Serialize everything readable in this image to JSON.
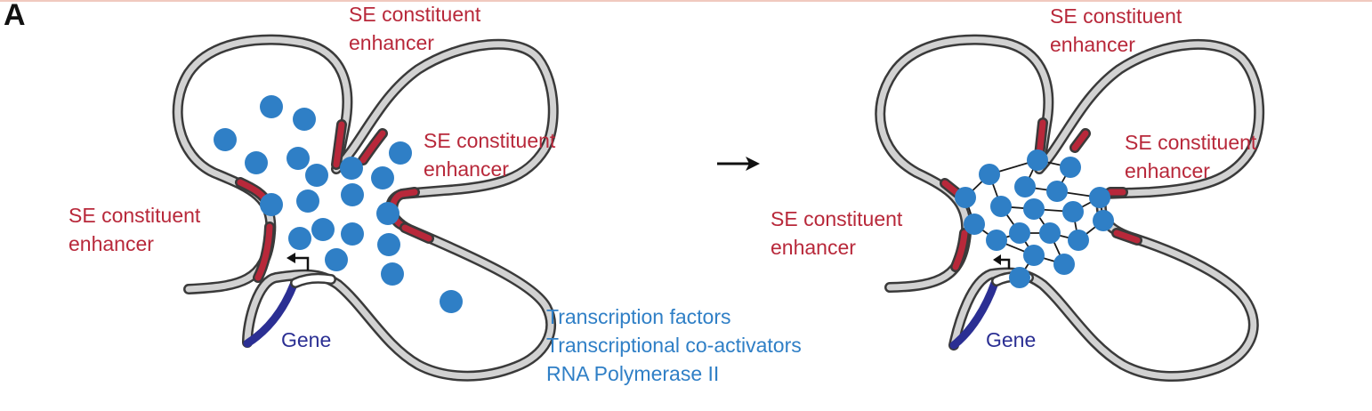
{
  "figure": {
    "panel_label": "A",
    "before": {
      "enhancer_labels": [
        {
          "line1": "SE constituent",
          "line2": "enhancer"
        },
        {
          "line1": "SE constituent",
          "line2": "enhancer"
        },
        {
          "line1": "SE constituent",
          "line2": "enhancer"
        }
      ],
      "gene_label": "Gene",
      "legend": [
        "Transcription factors",
        "Transcriptional co-activators",
        "RNA Polymerase II"
      ]
    },
    "after": {
      "enhancer_labels": [
        {
          "line1": "SE constituent",
          "line2": "enhancer"
        },
        {
          "line1": "SE constituent",
          "line2": "enhancer"
        },
        {
          "line1": "SE constituent",
          "line2": "enhancer"
        }
      ],
      "gene_label": "Gene"
    },
    "colors": {
      "dna": "#d2d2d2",
      "dna_outline": "#3a3a3a",
      "enhancer": "#b8283a",
      "factor": "#2f7fc6",
      "gene": "#2b2f93",
      "arrow": "#111111"
    }
  }
}
